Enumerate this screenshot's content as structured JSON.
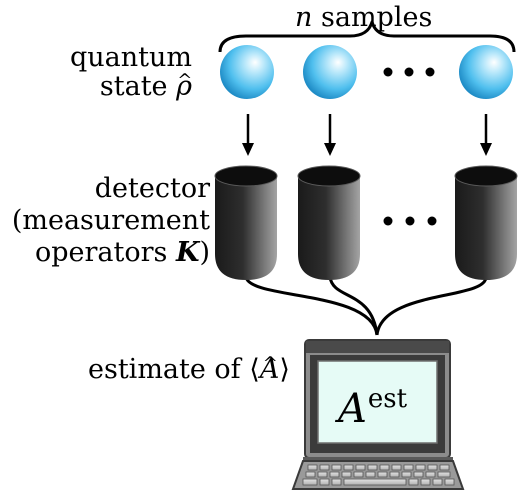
{
  "samples_label": {
    "var": "n",
    "text": "samples"
  },
  "state_label": {
    "line1": "quantum",
    "line2_text": "state",
    "symbol": "ρ"
  },
  "detector_label": {
    "line1": "detector",
    "line2": "(measurement",
    "line3_text": "operators",
    "symbol": "K",
    "close": ")"
  },
  "estimate_label": {
    "text": "estimate of",
    "open": "⟨",
    "symbol": "A",
    "close": "⟩"
  },
  "screen_text": {
    "base": "A",
    "superscript": "est"
  },
  "colors": {
    "sphere_light": "#e6f7ff",
    "sphere_mid": "#5cc6f0",
    "sphere_dark": "#1e88c4",
    "detector_light": "#8a8a8a",
    "detector_dark": "#1a1a1a",
    "screen": "#e6fbf6",
    "laptop_frame": "#8c8c8c",
    "laptop_dark": "#3a3a3a"
  },
  "icons": [
    "brace-icon",
    "sphere-icon",
    "arrow-down-icon",
    "detector-icon",
    "ellipsis-icon",
    "cable-icon",
    "laptop-icon",
    "keyboard-icon"
  ]
}
